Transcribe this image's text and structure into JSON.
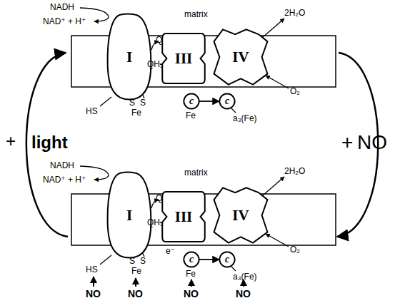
{
  "diagram": {
    "nodes": [
      {
        "text": [
          "I"
        ]
      },
      {
        "text": [
          "III"
        ]
      },
      {
        "text": [
          "IV"
        ]
      },
      {
        "text": [
          "c"
        ]
      },
      {
        "text": [
          "c"
        ]
      },
      {
        "text": [
          "I"
        ]
      },
      {
        "text": [
          "III"
        ]
      },
      {
        "text": [
          "IV"
        ]
      },
      {
        "text": [
          "c"
        ]
      },
      {
        "text": [
          "c"
        ]
      }
    ],
    "edges": [
      {
        "from": 3,
        "to": 4,
        "arrow": "to"
      },
      {
        "from": 8,
        "to": 9,
        "arrow": "to"
      }
    ],
    "labels": [
      "NADH",
      "NAD⁺ + H⁺",
      "matrix",
      "Q",
      "QH₂",
      "2H₂O",
      "O₂",
      "HS",
      "S",
      "S",
      "Fe",
      "Fe",
      "a₃(Fe)",
      "NADH",
      "NAD⁺ + H⁺",
      "matrix",
      "Q",
      "QH₂",
      "e⁻",
      "2H₂O",
      "O₂",
      "HS",
      "S",
      "S",
      "Fe",
      "Fe",
      "a₃(Fe)",
      "NO",
      "NO",
      "NO",
      "NO",
      "+",
      "light",
      "+",
      "NO"
    ]
  }
}
